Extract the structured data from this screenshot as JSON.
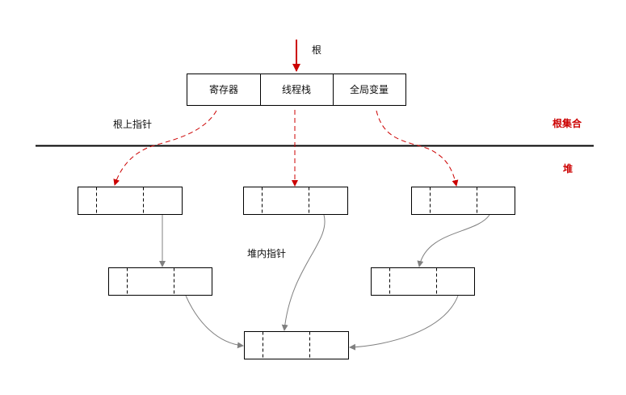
{
  "labels": {
    "root": "根",
    "root_pointer": "根上指针",
    "heap_pointer": "堆内指针",
    "root_set": "根集合",
    "heap": "堆"
  },
  "root_cells": [
    "寄存器",
    "线程栈",
    "全局变量"
  ],
  "colors": {
    "accent_red": "#cc0000",
    "arrow_gray": "#808080",
    "line_black": "#000000"
  }
}
